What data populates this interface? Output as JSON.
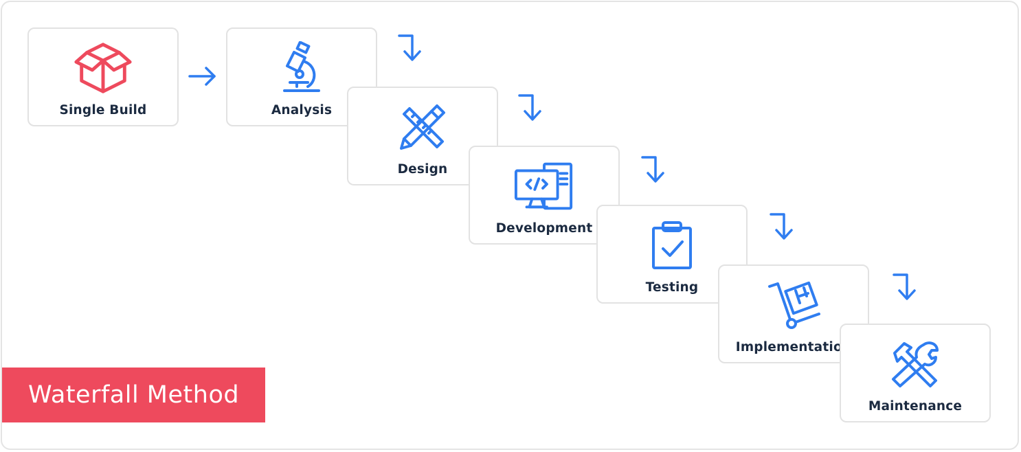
{
  "diagram": {
    "title": "Waterfall Method",
    "steps": [
      {
        "label": "Single Build",
        "icon": "box-icon"
      },
      {
        "label": "Analysis",
        "icon": "microscope-icon"
      },
      {
        "label": "Design",
        "icon": "pencil-ruler-icon"
      },
      {
        "label": "Development",
        "icon": "computer-code-icon"
      },
      {
        "label": "Testing",
        "icon": "clipboard-check-icon"
      },
      {
        "label": "Implementation",
        "icon": "hand-truck-icon"
      },
      {
        "label": "Maintenance",
        "icon": "wrench-hammer-icon"
      }
    ]
  },
  "colors": {
    "accent_blue": "#2f7df0",
    "accent_red": "#ee4a5d",
    "text_dark": "#1b2a40",
    "card_border": "#e2e2e2"
  }
}
